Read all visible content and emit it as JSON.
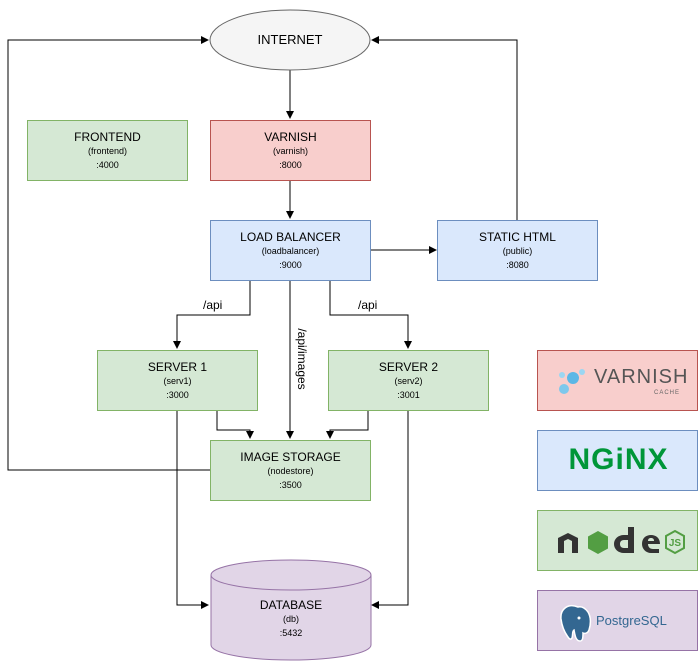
{
  "internet": {
    "label": "INTERNET"
  },
  "frontend": {
    "title": "FRONTEND",
    "service": "(frontend)",
    "port": ":4000"
  },
  "varnish": {
    "title": "VARNISH",
    "service": "(varnish)",
    "port": ":8000"
  },
  "load_balancer": {
    "title": "LOAD BALANCER",
    "service": "(loadbalancer)",
    "port": ":9000"
  },
  "static_html": {
    "title": "STATIC HTML",
    "service": "(public)",
    "port": ":8080"
  },
  "server1": {
    "title": "SERVER 1",
    "service": "(serv1)",
    "port": ":3000"
  },
  "server2": {
    "title": "SERVER 2",
    "service": "(serv2)",
    "port": ":3001"
  },
  "image_storage": {
    "title": "IMAGE STORAGE",
    "service": "(nodestore)",
    "port": ":3500"
  },
  "database": {
    "title": "DATABASE",
    "service": "(db)",
    "port": ":5432"
  },
  "edge_labels": {
    "api_left": "/api",
    "api_right": "/api",
    "api_images": "/api/images"
  },
  "logos": {
    "varnish": {
      "name": "VARNISH",
      "sub": "CACHE"
    },
    "nginx": {
      "name": "NGiNX"
    },
    "node": {
      "name": "node"
    },
    "postgres": {
      "name": "PostgreSQL"
    }
  },
  "colors": {
    "green_fill": "#d5e8d4",
    "green_stroke": "#82b366",
    "red_fill": "#f8cecc",
    "red_stroke": "#b85450",
    "blue_fill": "#dae8fc",
    "blue_stroke": "#6c8ebf",
    "purple_fill": "#e1d5e7",
    "purple_stroke": "#9673a6",
    "nginx_green": "#009639",
    "node_green": "#539e43",
    "postgres_blue": "#336791"
  }
}
